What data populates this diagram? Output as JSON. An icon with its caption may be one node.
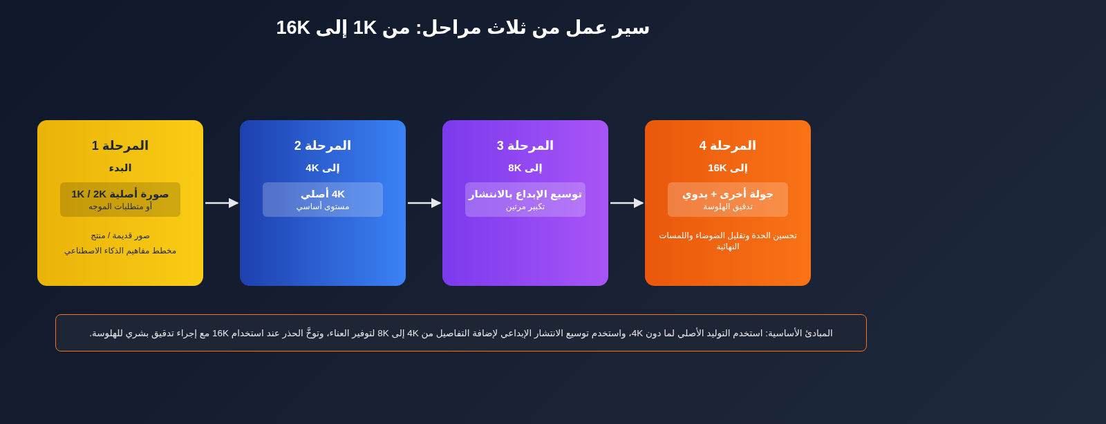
{
  "diagram": {
    "title": "سير عمل من ثلاث مراحل: من 1K إلى 16K",
    "nodes": [
      {
        "text": [
          "المرحلة 1",
          "البدء",
          "صور قديمة / منتج",
          "مخطط مفاهيم الذكاء الاصطناعي"
        ]
      },
      {
        "text": [
          "صورة أصلية 1K / 2K",
          "أو متطلبات الموجه"
        ],
        "in": 0
      },
      {
        "text": [
          "المرحلة 2",
          "إلى 4K"
        ]
      },
      {
        "text": [
          "4K أصلي",
          "مستوى أساسي"
        ],
        "in": 2
      },
      {
        "text": [
          "المرحلة 3",
          "إلى 8K"
        ]
      },
      {
        "text": [
          "توسيع الإبداع بالانتشار",
          "تكبير مرتين"
        ],
        "in": 4
      },
      {
        "text": [
          "المرحلة 4",
          "إلى 16K",
          "تحسين الحدة وتقليل الضوضاء واللمسات النهائية"
        ]
      },
      {
        "text": [
          "جولة أخرى + يدوي",
          "تدقيق الهلوسة"
        ],
        "in": 6
      },
      {
        "text": [
          "المبادئ الأساسية: استخدم التوليد الأصلي لما دون 4K، واستخدم توسيع الانتشار الإبداعي لإضافة التفاصيل من 4K إلى 8K لتوفير العناء، وتوخَّ الحذر عند استخدام 16K مع إجراء تدقيق بشري للهلوسة."
        ]
      }
    ],
    "edges": [
      {
        "from": 0,
        "to": 2,
        "arrow": "to"
      },
      {
        "from": 2,
        "to": 4,
        "arrow": "to"
      },
      {
        "from": 4,
        "to": 6,
        "arrow": "to"
      }
    ]
  }
}
